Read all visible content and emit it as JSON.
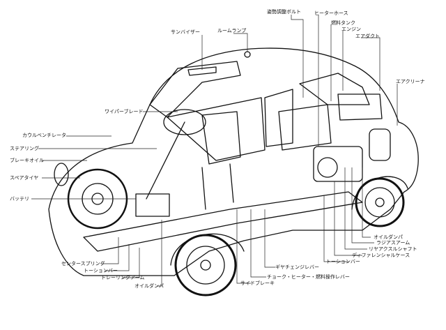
{
  "labels": {
    "sun_visor": "サンバイザー",
    "room_lamp": "ルームランプ",
    "posture_adjust_bolt": "姿勢調整ボルト",
    "heater_hose": "ヒーターホース",
    "fuel_tank": "燃料タンク",
    "engine": "エンジン",
    "air_duct": "エアダクト",
    "air_cleaner": "エアクリーナ",
    "wiper_blade": "ワイパーブレード",
    "courtesy_mirror": "カウルベンチレータ",
    "steering": "ステアリング",
    "brake_oil": "ブレーキオイル",
    "spare_tire": "スペアタイヤ",
    "battery": "バッテリ",
    "oil_damper_rear": "オイルダンパ",
    "radius_arm": "ラジアスアーム",
    "rear_axle_shaft": "リヤアクスルシャフト",
    "differential_case": "ディファレンシャルケース",
    "torsion_bar_rear": "トーションバー",
    "gear_change_lever": "ギヤチェンジレバー",
    "choke_heater_fuel": "チョーク・ヒーター・燃料操作レバー",
    "side_brake": "サイドブレーキ",
    "center_spring": "センタースプリング",
    "torsion_bar_front": "トーションバー",
    "trailing_arm": "トレーリングアーム",
    "oil_damper_front": "オイルダンパ"
  }
}
